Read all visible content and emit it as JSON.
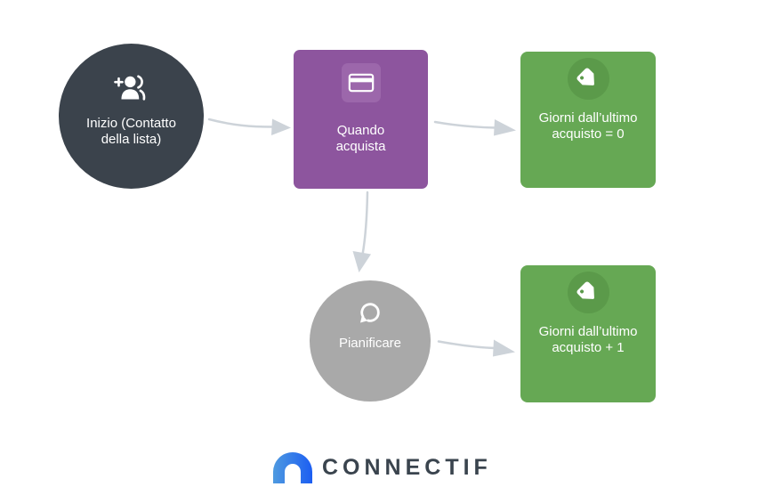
{
  "canvas": {
    "background": "#ffffff"
  },
  "nodes": {
    "start": {
      "line1": "Inizio (Contatto",
      "line2": "della lista)",
      "icon": "person-add-icon",
      "color": "#3b434c"
    },
    "trigger": {
      "line1": "Quando",
      "line2": "acquista",
      "icon": "credit-card-icon",
      "color": "#8d559e",
      "icon_chip_color": "#9c67ab"
    },
    "action_top": {
      "line1": "Giorni dall’ultimo",
      "line2": "acquisto = 0",
      "icon": "tag-icon",
      "color": "#66a854",
      "icon_circle_color": "#5b9a4a"
    },
    "schedule": {
      "label": "Pianificare",
      "icon": "loop-icon",
      "color": "#a9a9a9"
    },
    "action_bottom": {
      "line1": "Giorni dall’ultimo",
      "line2": "acquisto + 1",
      "icon": "tag-icon",
      "color": "#66a854",
      "icon_circle_color": "#5b9a4a"
    }
  },
  "connectors": {
    "color": "#cdd3d9"
  },
  "logo": {
    "text": "CONNECTIF",
    "icon": "connectif-arch-icon",
    "text_color": "#3a444e",
    "gradient_start": "#4e9ae0",
    "gradient_end": "#1c5ef2"
  }
}
